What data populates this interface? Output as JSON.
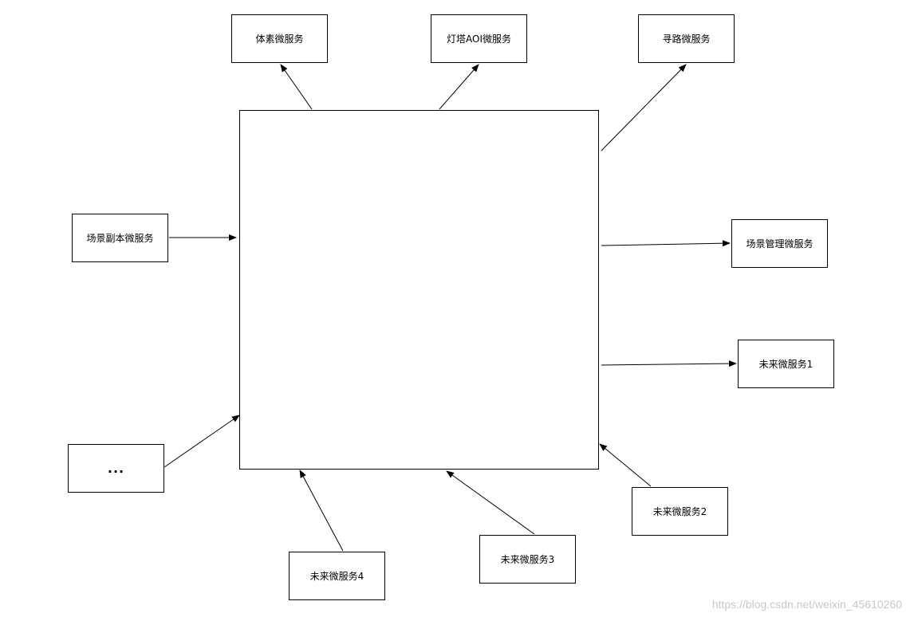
{
  "diagram": {
    "center_label": "",
    "nodes": {
      "voxel": "体素微服务",
      "lighthouse_aoi": "灯塔AOI微服务",
      "pathfinding": "寻路微服务",
      "scene_instance": "场景副本微服务",
      "scene_management": "场景管理微服务",
      "future1": "未来微服务1",
      "future2": "未来微服务2",
      "future3": "未来微服务3",
      "future4": "未来微服务4",
      "ellipsis": "..."
    },
    "edges": [
      {
        "from": "center",
        "to": "voxel"
      },
      {
        "from": "center",
        "to": "lighthouse_aoi"
      },
      {
        "from": "center",
        "to": "pathfinding"
      },
      {
        "from": "center",
        "to": "scene_management"
      },
      {
        "from": "center",
        "to": "future1"
      },
      {
        "from": "scene_instance",
        "to": "center"
      },
      {
        "from": "ellipsis",
        "to": "center"
      },
      {
        "from": "future4",
        "to": "center"
      },
      {
        "from": "future3",
        "to": "center"
      },
      {
        "from": "future2",
        "to": "center"
      }
    ]
  },
  "watermark": "https://blog.csdn.net/weixin_45610260",
  "colors": {
    "stroke": "#000000",
    "watermark": "#c8c8c8"
  }
}
